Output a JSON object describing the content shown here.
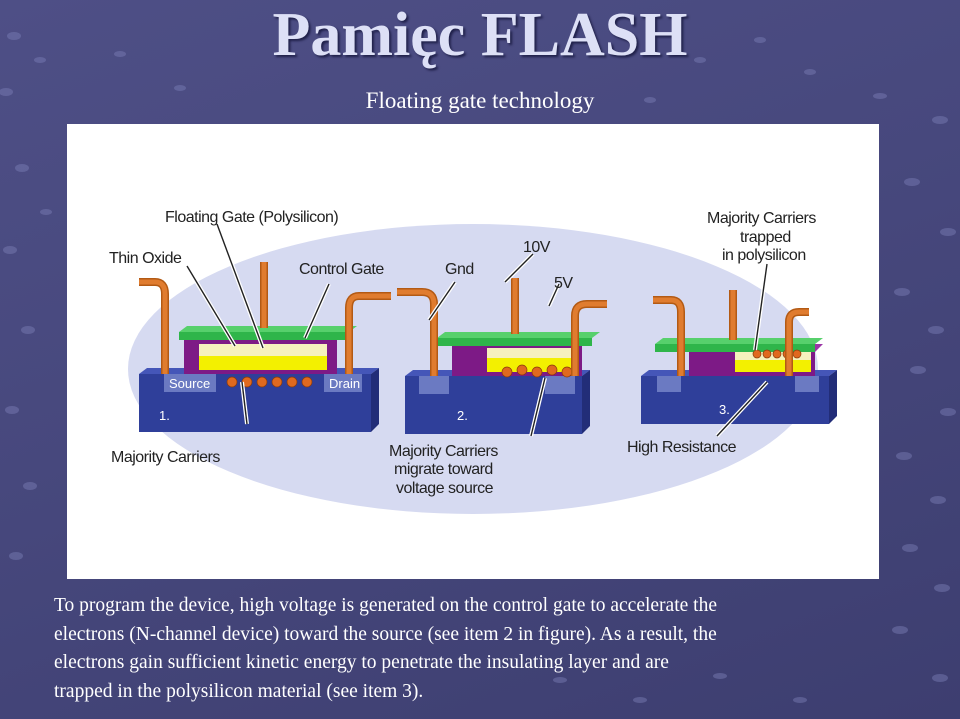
{
  "slide": {
    "title": "Pamięc FLASH",
    "subtitle": "Floating gate technology"
  },
  "figure": {
    "labels": {
      "floating_gate": "Floating Gate (Polysilicon)",
      "thin_oxide": "Thin Oxide",
      "control_gate": "Control Gate",
      "gnd": "Gnd",
      "ten_v": "10V",
      "five_v": "5V",
      "majority_trapped": [
        "Majority Carriers",
        "trapped",
        "in polysilicon"
      ],
      "source": "Source",
      "drain": "Drain",
      "item1": "1.",
      "item2": "2.",
      "item3": "3.",
      "majority_carriers": "Majority Carriers",
      "migrate": [
        "Majority Carriers",
        "migrate toward",
        "voltage source"
      ],
      "high_resistance": "High Resistance"
    },
    "colors": {
      "substrate": "#2f3f9a",
      "gate_purple": "#7d1a86",
      "control_gate_green": "#2fb54a",
      "floating_gate_yellow": "#f3f000",
      "oxide_cream": "#f6f1bd",
      "wire_orange": "#d9742a",
      "ellipse": "#d6daf1"
    }
  },
  "caption": {
    "line1": "To program the device, high voltage is generated on the control gate to accelerate the",
    "line2": "electrons (N-channel device) toward the source (see item 2 in figure). As a result, the",
    "line3": "electrons gain sufficient kinetic energy to penetrate the insulating layer and are",
    "line4": "trapped in the polysilicon material (see item 3)."
  }
}
